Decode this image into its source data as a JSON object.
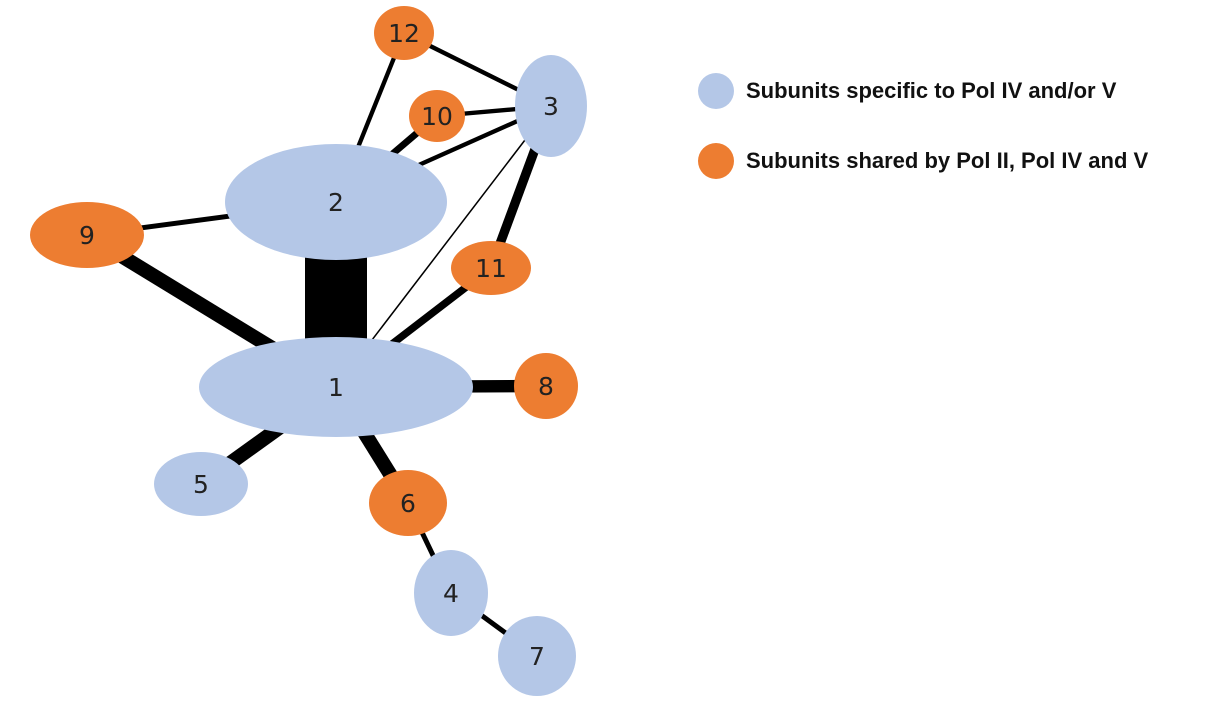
{
  "colors": {
    "specific": "#B4C7E7",
    "shared": "#ED7D31",
    "edge": "#000000"
  },
  "legend": [
    {
      "label": "Subunits specific to Pol IV and/or V",
      "group": "specific"
    },
    {
      "label": "Subunits shared by Pol II, Pol IV and V",
      "group": "shared"
    }
  ],
  "nodes": [
    {
      "id": "1",
      "label": "1",
      "group": "specific"
    },
    {
      "id": "2",
      "label": "2",
      "group": "specific"
    },
    {
      "id": "3",
      "label": "3",
      "group": "specific"
    },
    {
      "id": "4",
      "label": "4",
      "group": "specific"
    },
    {
      "id": "5",
      "label": "5",
      "group": "specific"
    },
    {
      "id": "6",
      "label": "6",
      "group": "shared"
    },
    {
      "id": "7",
      "label": "7",
      "group": "specific"
    },
    {
      "id": "8",
      "label": "8",
      "group": "shared"
    },
    {
      "id": "9",
      "label": "9",
      "group": "shared"
    },
    {
      "id": "10",
      "label": "10",
      "group": "shared"
    },
    {
      "id": "11",
      "label": "11",
      "group": "shared"
    },
    {
      "id": "12",
      "label": "12",
      "group": "shared"
    }
  ],
  "edges": [
    {
      "source": "1",
      "target": "2",
      "weight": 10
    },
    {
      "source": "1",
      "target": "9",
      "weight": 2.3
    },
    {
      "source": "1",
      "target": "5",
      "weight": 2.3
    },
    {
      "source": "1",
      "target": "6",
      "weight": 2.3
    },
    {
      "source": "1",
      "target": "8",
      "weight": 2
    },
    {
      "source": "1",
      "target": "11",
      "weight": 1.2
    },
    {
      "source": "1",
      "target": "3",
      "weight": 0.25
    },
    {
      "source": "3",
      "target": "11",
      "weight": 1.5
    },
    {
      "source": "2",
      "target": "10",
      "weight": 1.1
    },
    {
      "source": "2",
      "target": "12",
      "weight": 0.7
    },
    {
      "source": "2",
      "target": "3",
      "weight": 0.7
    },
    {
      "source": "2",
      "target": "9",
      "weight": 0.8
    },
    {
      "source": "3",
      "target": "10",
      "weight": 0.7
    },
    {
      "source": "3",
      "target": "12",
      "weight": 0.7
    },
    {
      "source": "6",
      "target": "4",
      "weight": 0.8
    },
    {
      "source": "4",
      "target": "7",
      "weight": 0.8
    }
  ]
}
